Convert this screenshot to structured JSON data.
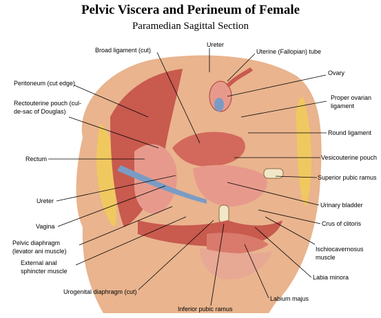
{
  "title": "Pelvic Viscera and Perineum of Female",
  "subtitle": "Paramedian Sagittal Section",
  "labels": {
    "broad_ligament": "Broad ligament (cut)",
    "ureter_top": "Ureter",
    "uterine_tube": "Uterine (Fallopian) tube",
    "ovary": "Ovary",
    "proper_ovarian_1": "Proper ovarian",
    "proper_ovarian_2": "ligament",
    "peritoneum": "Peritoneum (cut edge)",
    "rectouterine_1": "Rectouterine pouch (cul-",
    "rectouterine_2": "de-sac of Douglas)",
    "round_ligament": "Round ligament",
    "rectum": "Rectum",
    "vesicouterine": "Vesicouterine pouch",
    "superior_pubic": "Superior pubic ramus",
    "ureter_left": "Ureter",
    "urinary_bladder": "Urinary bladder",
    "vagina": "Vagina",
    "crus_clitoris": "Crus of clitoris",
    "pelvic_diaphragm_1": "Pelvic diaphragm",
    "pelvic_diaphragm_2": "(levator ani muscle)",
    "ischiocavernosus_1": "Ischiocavernosus",
    "ischiocavernosus_2": "muscle",
    "external_anal_1": "External anal",
    "external_anal_2": "sphincter muscle",
    "labia_minora": "Labia minora",
    "urogenital": "Urogenital diaphragm (cut)",
    "labium_majus": "Labium majus",
    "inferior_pubic": "Inferior pubic ramus"
  },
  "colors": {
    "skin": "#e9b48e",
    "muscle": "#c85a4e",
    "muscle_dark": "#a83e36",
    "pink": "#e79a8c",
    "fat": "#f0c860",
    "blue": "#7a9cc4",
    "bone": "#f2e6c8"
  }
}
